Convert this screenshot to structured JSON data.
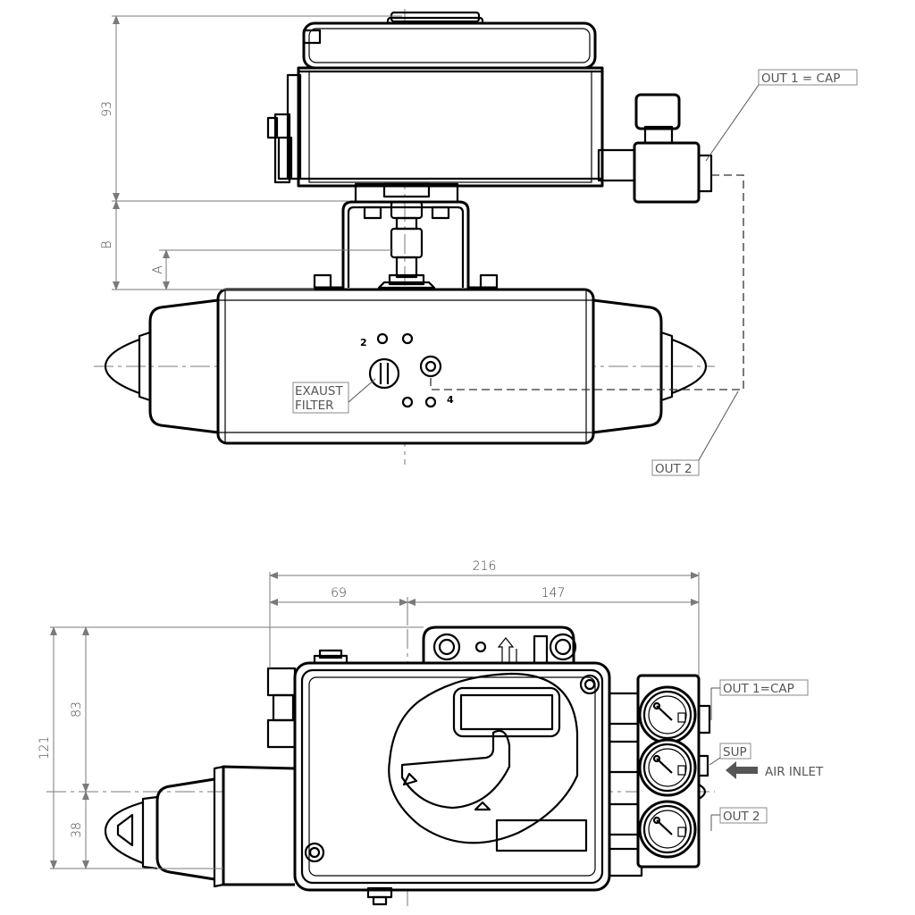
{
  "drawing": {
    "top_view": {
      "dimensions": {
        "d93": "93",
        "dB": "B",
        "dA": "A"
      },
      "port_labels": {
        "port2": "2",
        "port4": "4"
      },
      "callouts": {
        "out1": "OUT 1 = CAP",
        "out2": "OUT 2",
        "exhaust_line1": "EXAUST",
        "exhaust_line2": "FILTER"
      }
    },
    "front_view": {
      "dimensions": {
        "d216": "216",
        "d69": "69",
        "d147": "147",
        "d121": "121",
        "d83": "83",
        "d38": "38"
      },
      "callouts": {
        "out1": "OUT 1=CAP",
        "sup": "SUP",
        "air_inlet": "AIR INLET",
        "out2": "OUT 2"
      }
    }
  }
}
